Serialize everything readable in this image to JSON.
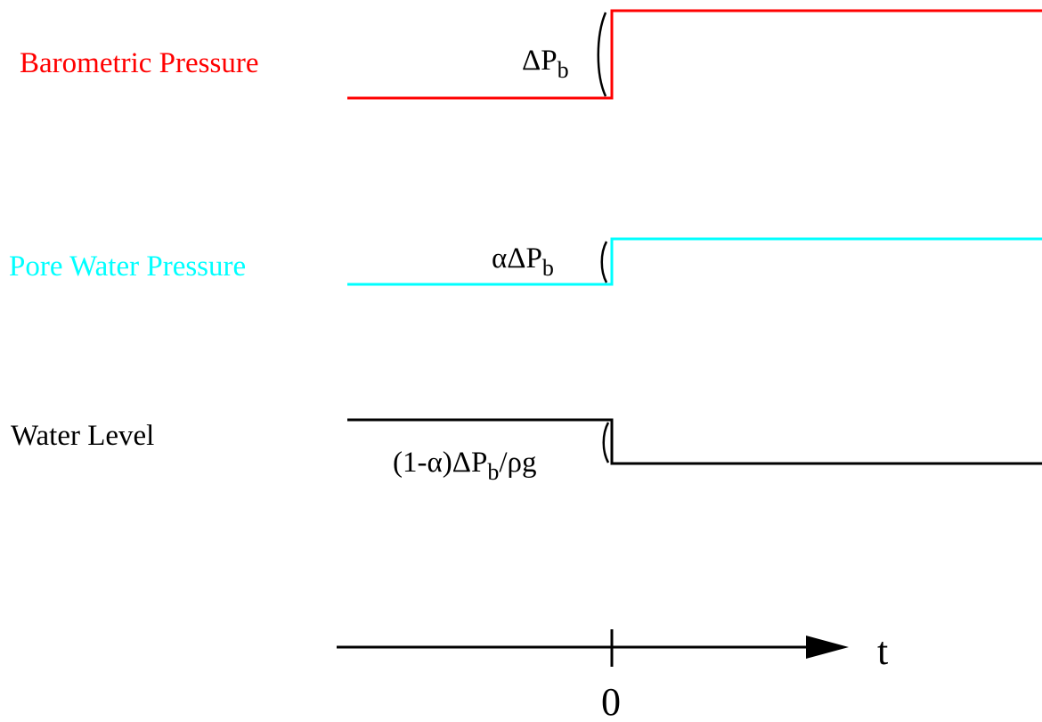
{
  "colors": {
    "barometric": "#ff0000",
    "pore": "#00ffff",
    "water": "#000000",
    "axis": "#000000"
  },
  "rows": [
    {
      "id": "barometric",
      "label": "Barometric Pressure",
      "delta": {
        "pre": "ΔP",
        "sub": "b",
        "post": ""
      }
    },
    {
      "id": "pore",
      "label": "Pore Water Pressure",
      "delta": {
        "pre": "αΔP",
        "sub": "b",
        "post": ""
      }
    },
    {
      "id": "water",
      "label": "Water Level",
      "delta": {
        "pre": "(1-α)ΔP",
        "sub": "b",
        "post": "/ρg"
      }
    }
  ],
  "axis": {
    "label": "t",
    "origin": "0"
  }
}
